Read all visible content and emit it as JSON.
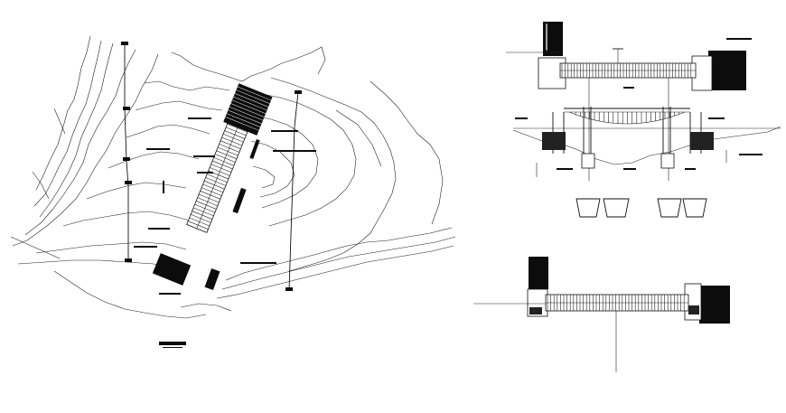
{
  "drawing": {
    "background": "#ffffff",
    "ink": "#111111",
    "views": [
      "site-plan-contours",
      "bridge-top-plan",
      "bridge-elevation",
      "abutment-details",
      "bridge-deck-plan"
    ]
  }
}
